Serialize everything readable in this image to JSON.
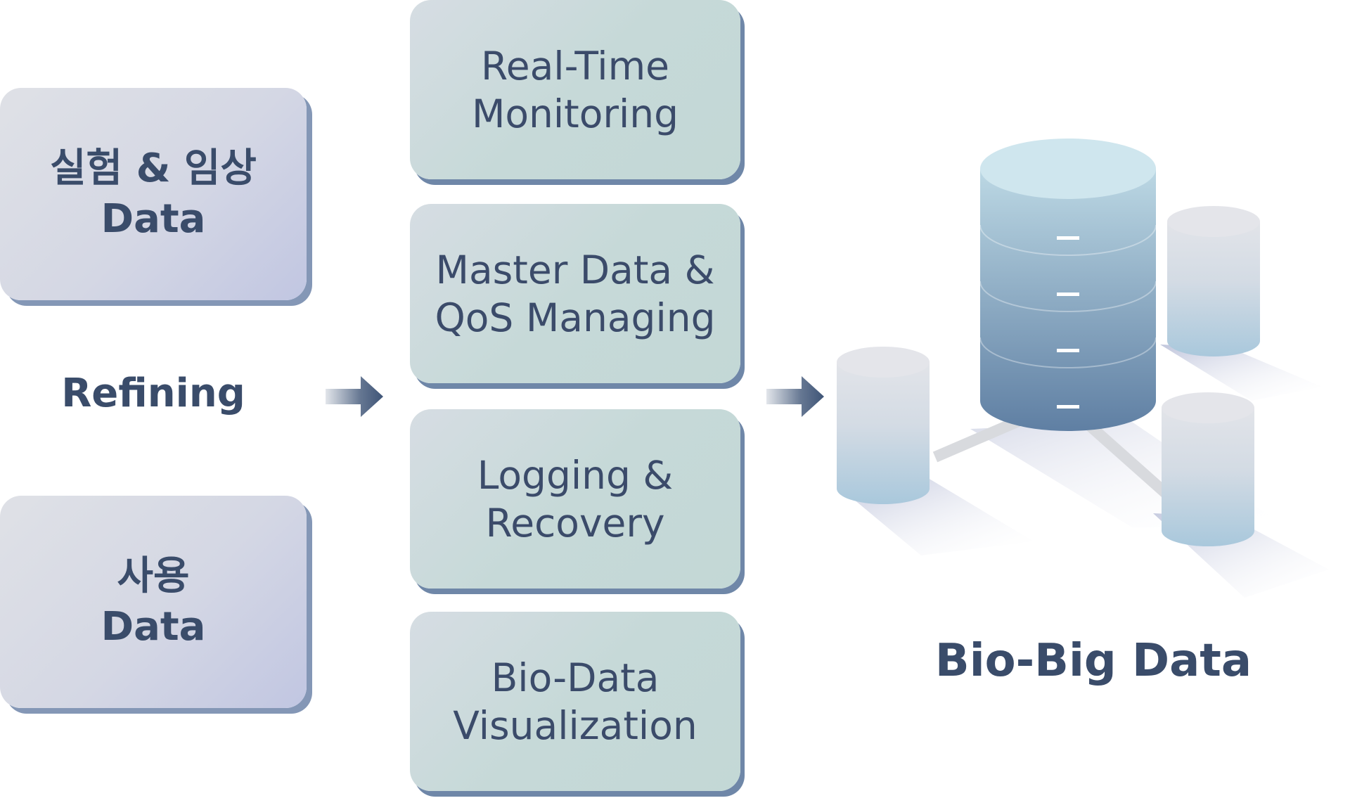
{
  "sources": [
    {
      "lines": [
        "실험 & 임상",
        "Data"
      ]
    },
    {
      "lines": [
        "사용",
        "Data"
      ]
    }
  ],
  "refining_label": "Refining",
  "processes": [
    {
      "lines": [
        "Real-Time",
        "Monitoring"
      ]
    },
    {
      "lines": [
        "Master Data &",
        "QoS Managing"
      ]
    },
    {
      "lines": [
        "Logging &",
        "Recovery"
      ]
    },
    {
      "lines": [
        "Bio-Data",
        "Visualization"
      ]
    }
  ],
  "result_label": "Bio-Big Data",
  "icons": {
    "arrow_left": "right-arrow-icon",
    "arrow_right": "right-arrow-icon",
    "database": "database-cluster-icon"
  },
  "colors": {
    "text": "#3a4c6a",
    "source_box": "#d4d7e4",
    "process_box": "#c6d9d8",
    "box_shadow": "#7a90b0",
    "arrow": "#3f5577"
  }
}
